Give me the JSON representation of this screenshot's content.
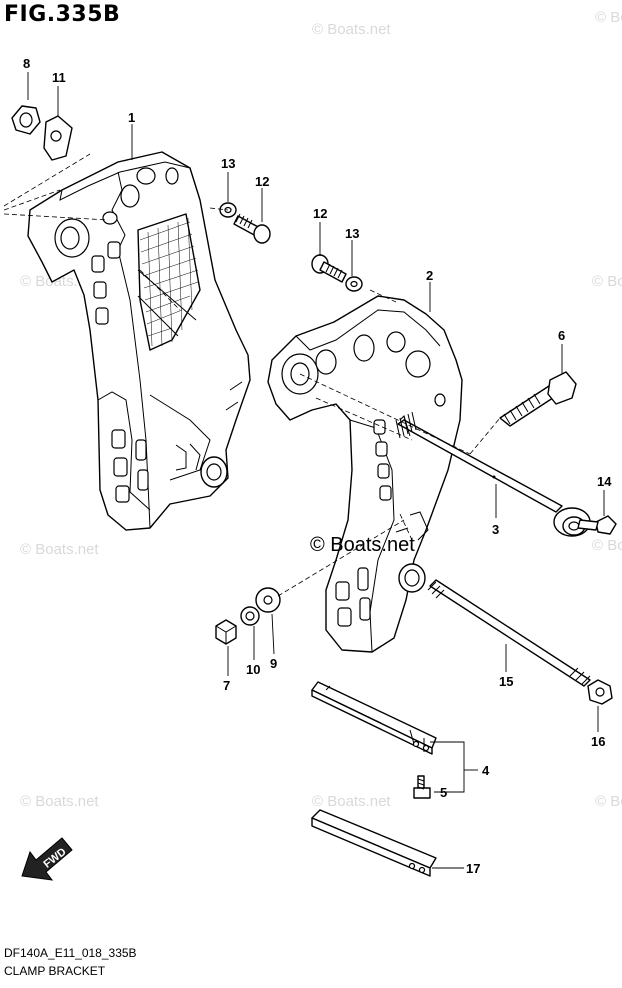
{
  "figure": {
    "title": "FIG.335B",
    "code": "DF140A_E11_018_335B",
    "name": "CLAMP BRACKET"
  },
  "watermark": {
    "short": "© Boats.net",
    "main": "© Boats.net"
  },
  "direction": {
    "label": "FWD"
  },
  "callouts": {
    "p1": "1",
    "p2": "2",
    "p3": "3",
    "p4": "4",
    "p5": "5",
    "p6": "6",
    "p7": "7",
    "p8": "8",
    "p9": "9",
    "p10": "10",
    "p11": "11",
    "p12a": "12",
    "p12b": "12",
    "p13a": "13",
    "p13b": "13",
    "p14": "14",
    "p15": "15",
    "p16": "16",
    "p17": "17"
  }
}
